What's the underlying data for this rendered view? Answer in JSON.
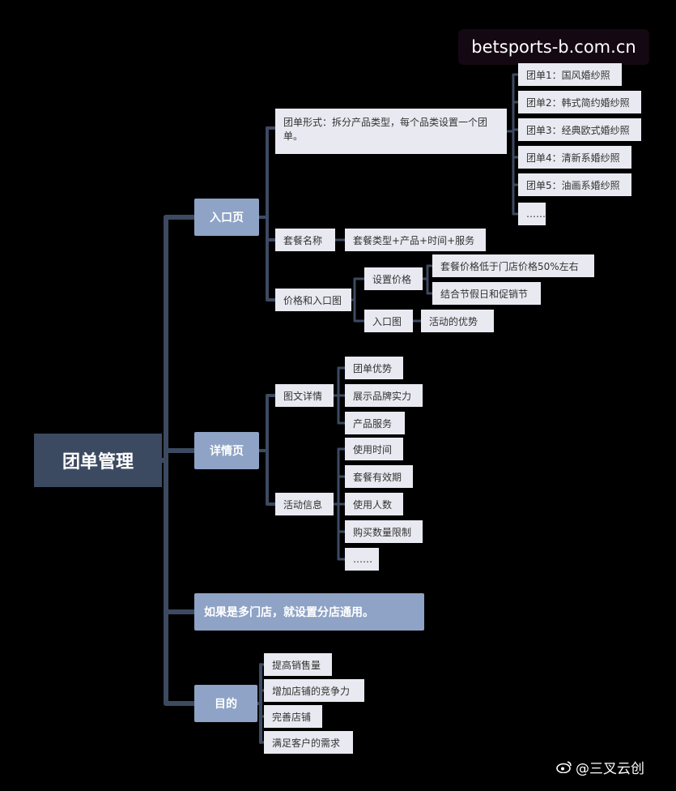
{
  "watermark": "betsports-b.com.cn",
  "root": "团单管理",
  "entry": {
    "label": "入口页",
    "format": "团单形式：拆分产品类型，每个品类设置一个团单。",
    "groups": [
      "团单1：国风婚纱照",
      "团单2：韩式简约婚纱照",
      "团单3：经典欧式婚纱照",
      "团单4：清新系婚纱照",
      "团单5：油画系婚纱照",
      "……"
    ],
    "package_name": "套餐名称",
    "package_formula": "套餐类型+产品+时间+服务",
    "price_entry": "价格和入口图",
    "set_price": "设置价格",
    "price_rule1": "套餐价格低于门店价格50%左右",
    "price_rule2": "结合节假日和促销节",
    "entry_image": "入口图",
    "entry_image_note": "活动的优势"
  },
  "detail": {
    "label": "详情页",
    "graphic": "图文详情",
    "graphic_items": [
      "团单优势",
      "展示品牌实力",
      "产品服务"
    ],
    "activity": "活动信息",
    "activity_items": [
      "使用时间",
      "套餐有效期",
      "使用人数",
      "购买数量限制",
      "……"
    ]
  },
  "multi_store": "如果是多门店，就设置分店通用。",
  "purpose": {
    "label": "目的",
    "items": [
      "提高销售量",
      "增加店铺的竞争力",
      "完善店铺",
      "满足客户的需求"
    ]
  },
  "footer": "@三叉云创"
}
